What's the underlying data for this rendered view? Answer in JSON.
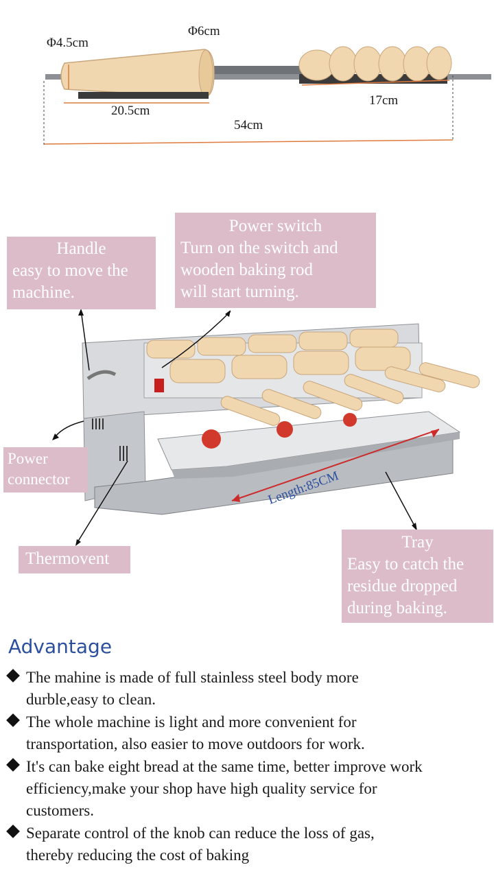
{
  "rod_diagram": {
    "dia_small": "Φ4.5cm",
    "dia_large": "Φ6cm",
    "length_wood": "20.5cm",
    "length_handle": "17cm",
    "length_total": "54cm"
  },
  "callouts": {
    "handle": {
      "title": "Handle",
      "lines": [
        "easy to move the",
        "machine."
      ]
    },
    "power_switch": {
      "title": "Power switch",
      "lines": [
        "Turn on the switch and",
        "wooden baking rod",
        "will start turning."
      ]
    },
    "power_connector": {
      "lines": [
        "Power",
        "connector"
      ]
    },
    "thermovent": {
      "lines": [
        "Thermovent"
      ]
    },
    "tray": {
      "title": "Tray",
      "lines": [
        "Easy to catch the",
        "residue dropped",
        "during baking."
      ]
    }
  },
  "machine": {
    "length_label": "Length:85CM"
  },
  "advantage": {
    "heading": "Advantage",
    "items": [
      {
        "lines": [
          "The mahine is  made of full stainless steel body more",
          "durble,easy to clean."
        ]
      },
      {
        "lines": [
          "The whole machine is light and more convenient for",
          "transportation, also easier to move outdoors for work."
        ]
      },
      {
        "lines": [
          "It's can bake eight bread at the same time, better improve work",
          "efficiency,make your shop have high quality service for",
          "customers."
        ]
      },
      {
        "lines": [
          "Separate control of the knob can reduce the loss of gas,",
          "thereby reducing the cost of baking"
        ]
      }
    ]
  },
  "colors": {
    "callout_bg": "#dcbcc8",
    "dimension_line": "#e07a3c",
    "heading_blue": "#2b4f9e",
    "stainless": "#c9ccd0",
    "wood": "#f0d7b0"
  }
}
